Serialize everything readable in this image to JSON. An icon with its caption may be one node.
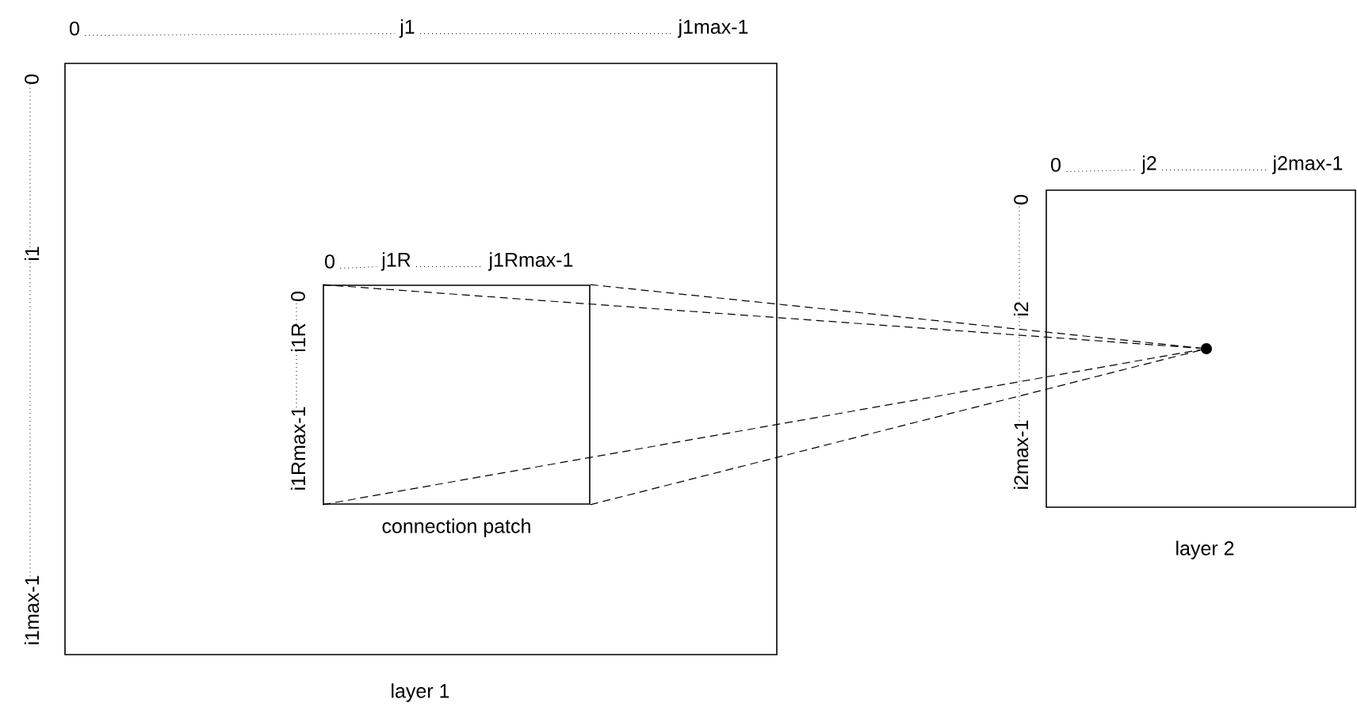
{
  "diagram": {
    "nodes": [
      {
        "text": [],
        "shape": "box",
        "beside": [
          "layer 1"
        ]
      },
      {
        "text": [],
        "shape": "box",
        "in": 0,
        "beside": [
          "connection patch"
        ]
      },
      {
        "text": [],
        "shape": "box",
        "beside": [
          "layer 2"
        ]
      },
      {
        "text": [],
        "shape": "circle",
        "in": 2
      }
    ],
    "edges": [
      {
        "from": 1,
        "to": 3,
        "arrow": "none",
        "style": "dashed"
      },
      {
        "from": 1,
        "to": 3,
        "arrow": "none",
        "style": "dashed"
      },
      {
        "from": 1,
        "to": 3,
        "arrow": "none",
        "style": "dashed"
      },
      {
        "from": 1,
        "to": 3,
        "arrow": "none",
        "style": "dashed"
      }
    ],
    "labels": [
      "0",
      "j1",
      "j1max-1",
      "0",
      "i1",
      "i1max-1",
      "0",
      "j1R",
      "j1Rmax-1",
      "0",
      "i1R",
      "i1Rmax-1",
      "0",
      "j2",
      "j2max-1",
      "0",
      "i2",
      "i2max-1"
    ]
  }
}
